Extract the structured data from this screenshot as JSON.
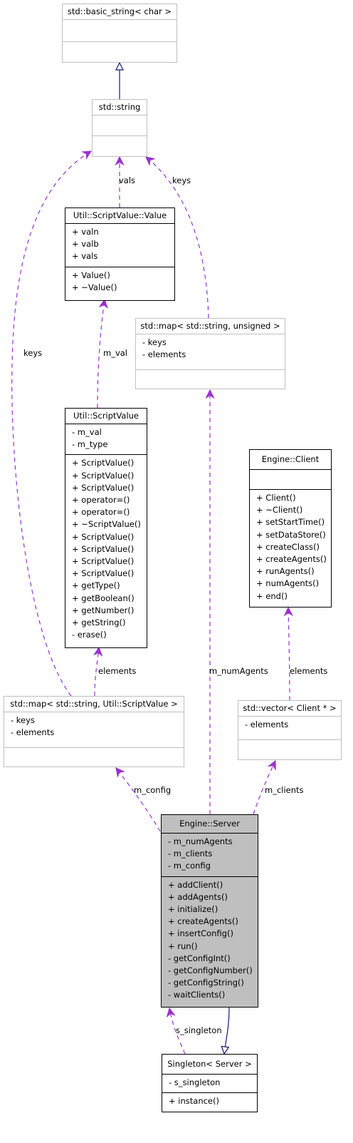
{
  "classes": {
    "basic_string": {
      "name": "std::basic_string< char >",
      "attributes": [],
      "methods": []
    },
    "string": {
      "name": "std::string",
      "attributes": [],
      "methods": []
    },
    "value": {
      "name": "Util::ScriptValue::Value",
      "attributes": [
        "+ valn",
        "+ valb",
        "+ vals"
      ],
      "methods": [
        "+ Value()",
        "+ ~Value()"
      ]
    },
    "map_unsigned": {
      "name": "std::map< std::string, unsigned >",
      "attributes": [
        "- keys",
        "- elements"
      ],
      "methods": []
    },
    "scriptvalue": {
      "name": "Util::ScriptValue",
      "attributes": [
        "- m_val",
        "- m_type"
      ],
      "methods": [
        "+ ScriptValue()",
        "+ ScriptValue()",
        "+ ScriptValue()",
        "+ operator=()",
        "+ operator=()",
        "+ ~ScriptValue()",
        "+ ScriptValue()",
        "+ ScriptValue()",
        "+ ScriptValue()",
        "+ ScriptValue()",
        "+ getType()",
        "+ getBoolean()",
        "+ getNumber()",
        "+ getString()",
        "- erase()"
      ]
    },
    "client": {
      "name": "Engine::Client",
      "attributes": [],
      "methods": [
        "+ Client()",
        "+ ~Client()",
        "+ setStartTime()",
        "+ setDataStore()",
        "+ createClass()",
        "+ createAgents()",
        "+ runAgents()",
        "+ numAgents()",
        "+ end()"
      ]
    },
    "map_scriptvalue": {
      "name": "std::map< std::string, Util::ScriptValue >",
      "attributes": [
        "- keys",
        "- elements"
      ],
      "methods": []
    },
    "vector_client": {
      "name": "std::vector< Client * >",
      "attributes": [
        "- elements"
      ],
      "methods": []
    },
    "server": {
      "name": "Engine::Server",
      "attributes": [
        "- m_numAgents",
        "- m_clients",
        "- m_config"
      ],
      "methods": [
        "+ addClient()",
        "+ addAgents()",
        "+ initialize()",
        "+ createAgents()",
        "+ insertConfig()",
        "+ run()",
        "- getConfigInt()",
        "- getConfigNumber()",
        "- getConfigString()",
        "- waitClients()"
      ]
    },
    "singleton": {
      "name": "Singleton< Server >",
      "attributes": [
        "- s_singleton"
      ],
      "methods": [
        "+ instance()"
      ]
    }
  },
  "edge_labels": {
    "vals": "vals",
    "keys_right": "keys",
    "keys_left": "keys",
    "m_val": "m_val",
    "m_numAgents": "m_numAgents",
    "elements_sv": "elements",
    "elements_client": "elements",
    "m_config": "m_config",
    "m_clients": "m_clients",
    "s_singleton": "s_singleton"
  },
  "colors": {
    "inheritance": "#191970",
    "usage": "#9a32cd",
    "focus_fill": "#bfbfbf",
    "external_border": "#bfbfbf"
  }
}
